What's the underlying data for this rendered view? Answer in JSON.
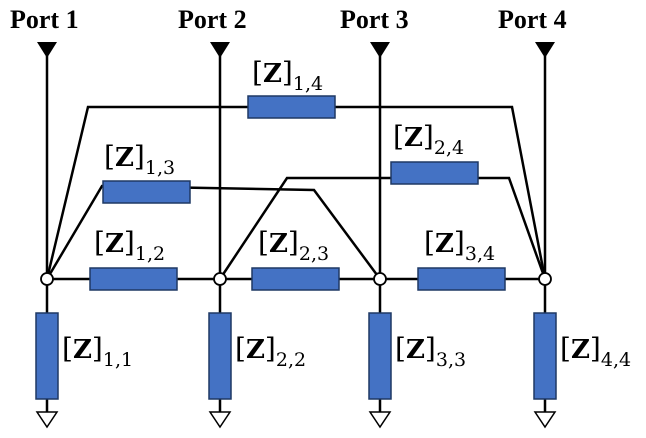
{
  "ports": [
    {
      "label": "Port 1"
    },
    {
      "label": "Port 2"
    },
    {
      "label": "Port 3"
    },
    {
      "label": "Port 4"
    }
  ],
  "impedance_symbol": "Z",
  "impedances": [
    {
      "id": "z14",
      "sub": "1,4"
    },
    {
      "id": "z24",
      "sub": "2,4"
    },
    {
      "id": "z13",
      "sub": "1,3"
    },
    {
      "id": "z12",
      "sub": "1,2"
    },
    {
      "id": "z23",
      "sub": "2,3"
    },
    {
      "id": "z34",
      "sub": "3,4"
    },
    {
      "id": "z11",
      "sub": "1,1"
    },
    {
      "id": "z22",
      "sub": "2,2"
    },
    {
      "id": "z33",
      "sub": "3,3"
    },
    {
      "id": "z44",
      "sub": "4,4"
    }
  ],
  "colors": {
    "resistor_fill": "#4472c4",
    "resistor_stroke": "#1f3864",
    "wire": "#000000"
  }
}
